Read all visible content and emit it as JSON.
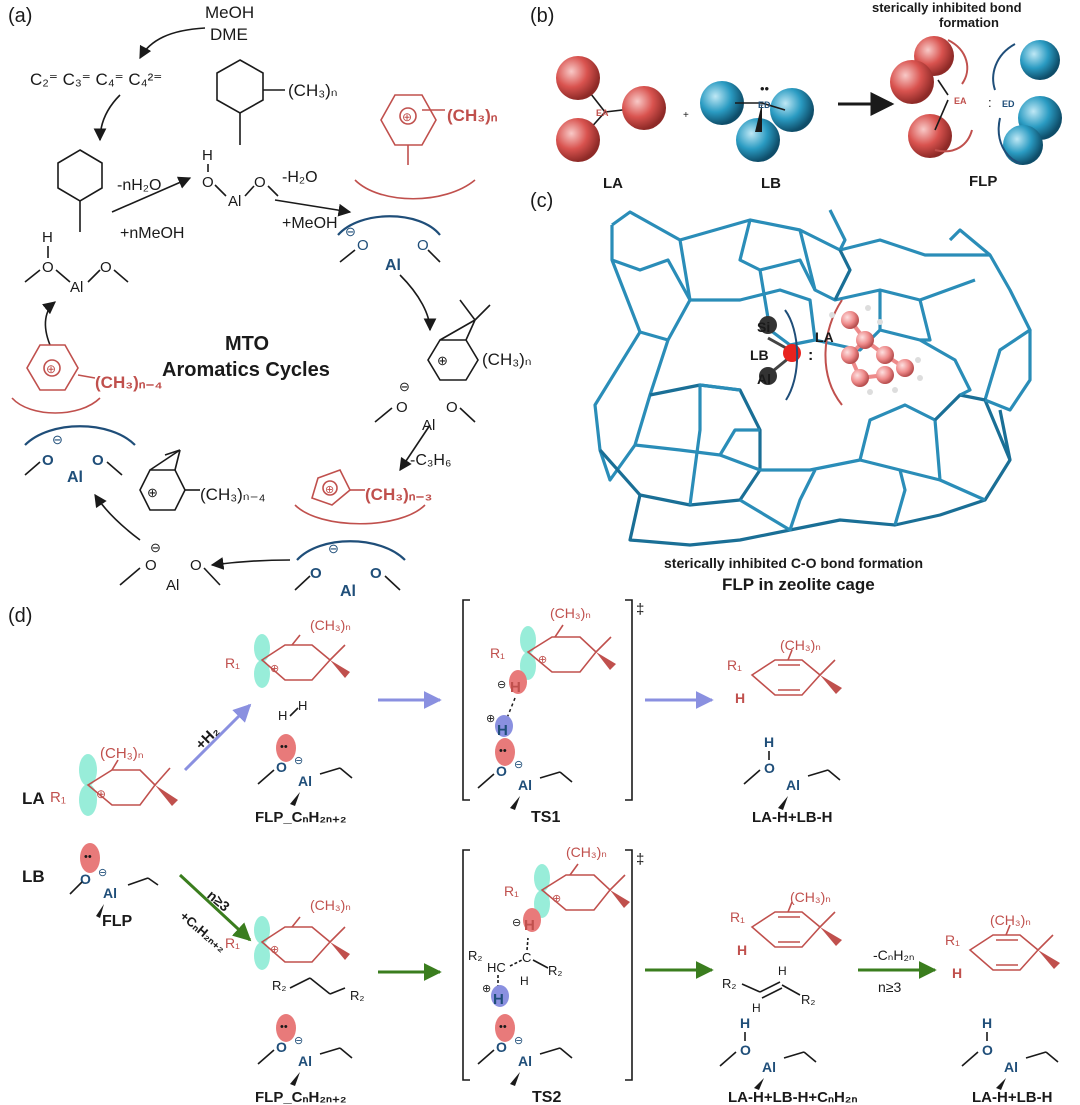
{
  "panels": {
    "a": "(a)",
    "b": "(b)",
    "c": "(c)",
    "d": "(d)"
  },
  "panel_a": {
    "feed": [
      "MeOH",
      "DME"
    ],
    "olefins": "C₂⁼ C₃⁼ C₄⁼ C₄²⁼",
    "title": [
      "MTO",
      "Aromatics Cycles"
    ],
    "step_left_top": "-nH₂O",
    "step_left_bot": "+nMeOH",
    "step_right_top": "-H₂O",
    "step_right_bot": "+MeOH",
    "methyl_n": "(CH₃)ₙ",
    "methyl_n4": "(CH₃)ₙ₋₄",
    "methyl_n3": "(CH₃)ₙ₋₃",
    "propene_loss": "-C₃H₆",
    "al": "Al",
    "o": "O",
    "h": "H",
    "minus": "⊖",
    "plus": "⊕"
  },
  "panel_b": {
    "caption": [
      "sterically inhibited bond",
      "formation"
    ],
    "ea": "EA",
    "ed": "ED",
    "plus": "+",
    "la": "LA",
    "lb": "LB",
    "flp": "FLP"
  },
  "panel_c": {
    "si": "Si",
    "lb": "LB",
    "al": "Al",
    "la": "LA",
    "caption1": "sterically inhibited C-O bond formation",
    "caption2": "FLP in zeolite cage"
  },
  "panel_d": {
    "la": "LA",
    "lb": "LB",
    "flp": "FLP",
    "r1": "R₁",
    "r2": "R₂",
    "methyl": "(CH₃)ₙ",
    "h2": "+H₂",
    "n3": "n≥3",
    "alkane": "+CₙH₂ₙ₊₂",
    "flp_alkane": "FLP_CₙH₂ₙ₊₂",
    "ts1": "TS1",
    "ts2": "TS2",
    "dagger": "‡",
    "prod1": "LA-H+LB-H",
    "prod2": "LA-H+LB-H+CₙH₂ₙ",
    "prod3": "LA-H+LB-H",
    "olefin_loss": "-CₙH₂ₙ",
    "olefin_n": "n≥3",
    "hc": "HC",
    "h": "H"
  },
  "colors": {
    "red": "#c0504d",
    "blue": "#1f4e79",
    "zeolite": "#2a8db8",
    "arrow_purple": "#8a90e0",
    "arrow_green": "#3a7d1e",
    "orbital_green": "#7ee8d0"
  }
}
